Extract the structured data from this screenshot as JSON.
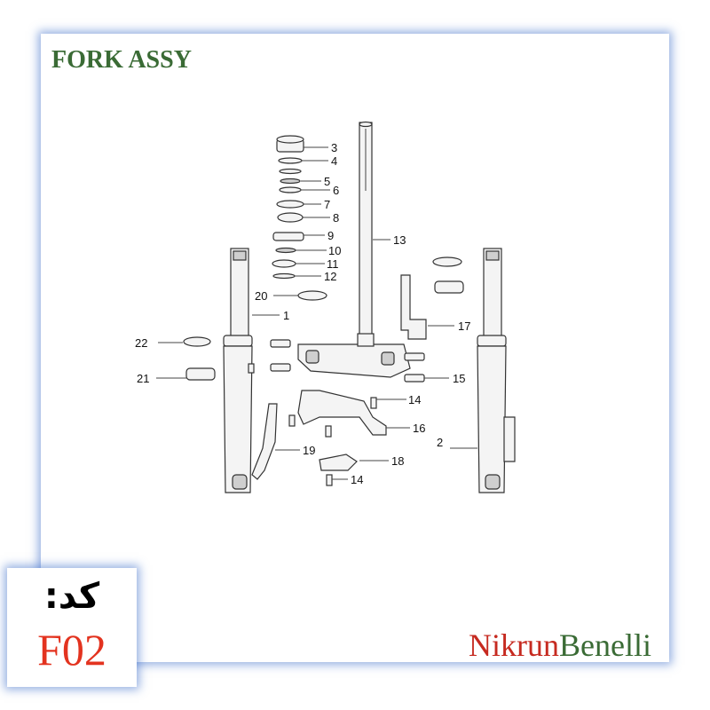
{
  "title": "FORK ASSY",
  "code": {
    "label": "کد:",
    "value": "F02"
  },
  "brand": {
    "first": "Nikrun",
    "second": "Benelli"
  },
  "colors": {
    "title": "#3a6b35",
    "brand_red": "#c62a20",
    "brand_green": "#3a6b35",
    "code_red": "#e3331f",
    "frame_glow": "#3c6ec8"
  },
  "callouts": [
    "3",
    "4",
    "5",
    "6",
    "7",
    "8",
    "9",
    "10",
    "11",
    "12",
    "13",
    "20",
    "1",
    "17",
    "22",
    "15",
    "21",
    "14",
    "16",
    "2",
    "19",
    "18",
    "14"
  ]
}
